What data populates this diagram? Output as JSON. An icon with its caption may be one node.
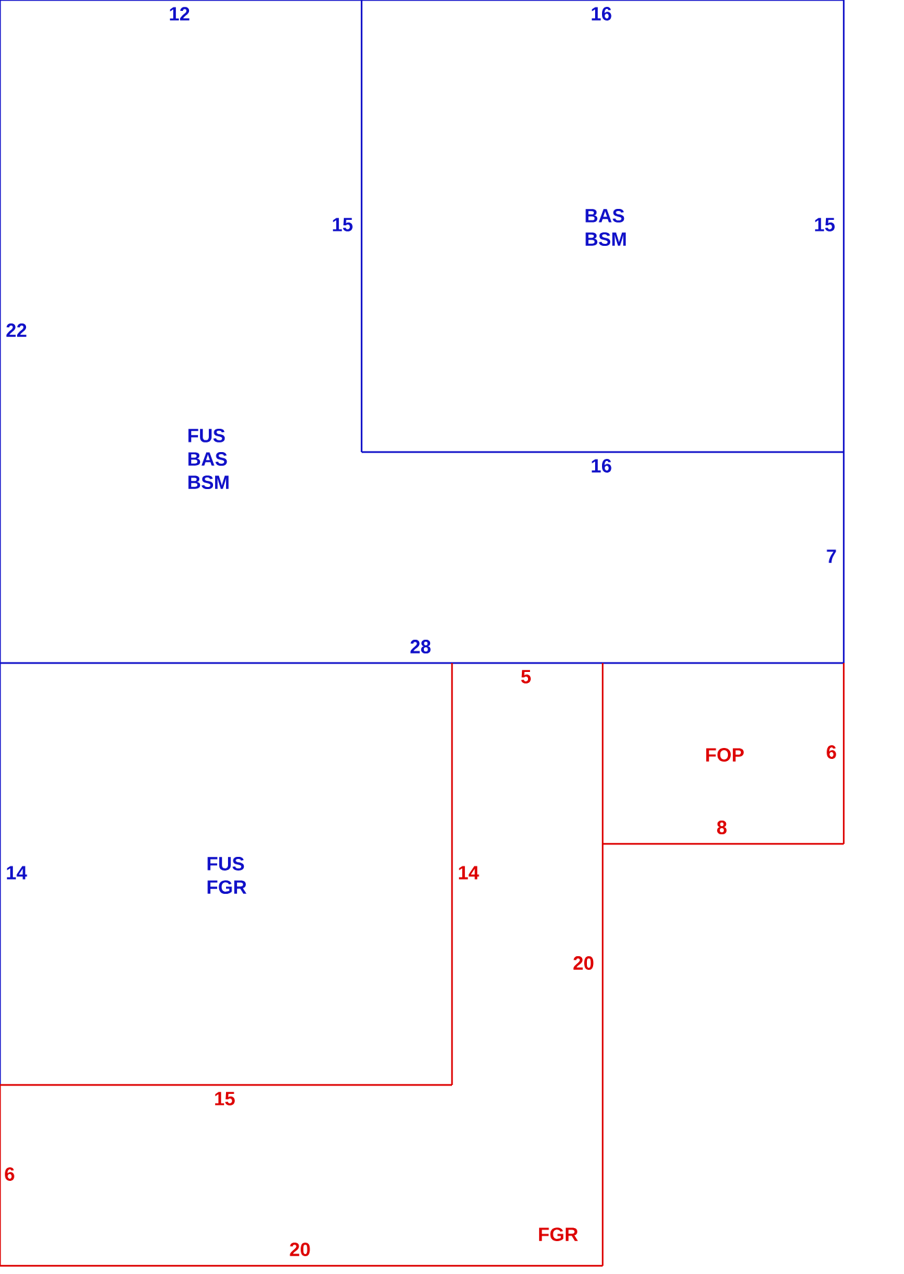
{
  "diagram": {
    "nodes": [
      {
        "text": [
          "FUS BAS BSM"
        ]
      },
      {
        "text": [
          "BAS BSM"
        ],
        "in": 0
      },
      {
        "text": [
          "FUS FGR"
        ]
      },
      {
        "text": [
          "FOP"
        ]
      },
      {
        "text": [
          "FGR"
        ]
      }
    ],
    "labels": [
      "12",
      "16",
      "15",
      "15",
      "22",
      "16",
      "7",
      "28",
      "5",
      "6",
      "8",
      "14",
      "14",
      "20",
      "15",
      "6",
      "20"
    ]
  }
}
